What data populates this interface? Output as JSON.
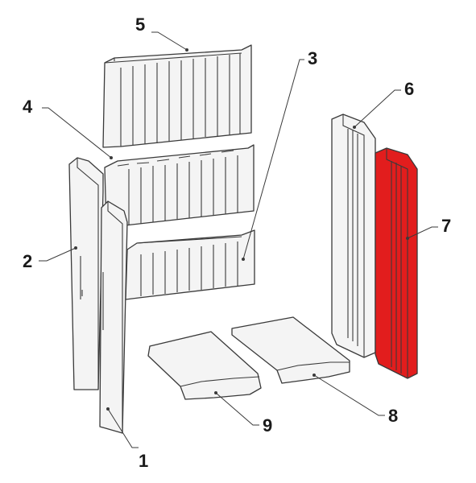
{
  "labels": [
    {
      "id": "1",
      "text": "1"
    },
    {
      "id": "2",
      "text": "2"
    },
    {
      "id": "3",
      "text": "3"
    },
    {
      "id": "4",
      "text": "4"
    },
    {
      "id": "5",
      "text": "5"
    },
    {
      "id": "6",
      "text": "6"
    },
    {
      "id": "7",
      "text": "7"
    },
    {
      "id": "8",
      "text": "8"
    },
    {
      "id": "9",
      "text": "9"
    }
  ],
  "colors": {
    "highlight": "#e21d1d",
    "outline": "#3a3a3a",
    "fill": "#f4f4f4"
  },
  "highlighted_part": "7"
}
